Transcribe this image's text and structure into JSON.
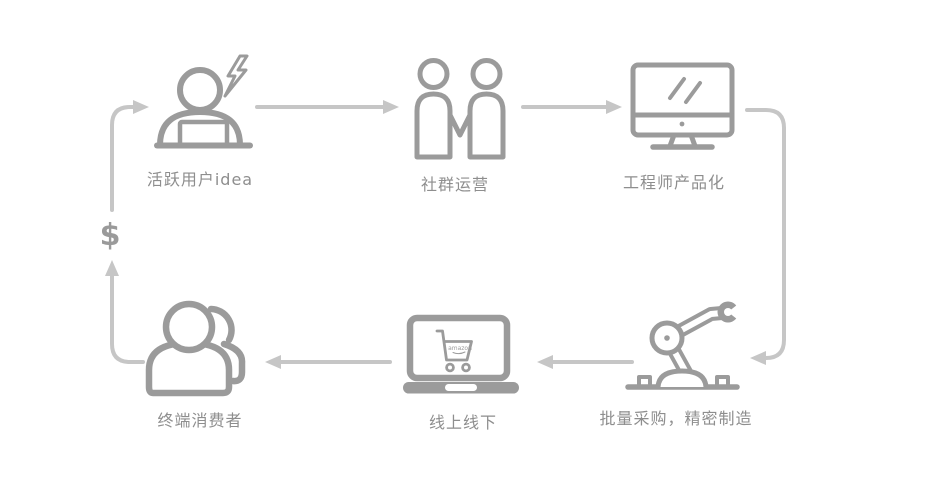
{
  "diagram": {
    "type": "cycle-flow",
    "nodes": [
      {
        "id": "active-users",
        "label": "活跃用户idea",
        "icon": "user-with-laptop-lightning-icon"
      },
      {
        "id": "community-ops",
        "label": "社群运营",
        "icon": "two-people-holding-hands-icon"
      },
      {
        "id": "engineering",
        "label": "工程师产品化",
        "icon": "desktop-monitor-icon"
      },
      {
        "id": "manufacturing",
        "label": "批量采购，精密制造",
        "icon": "robot-arm-icon"
      },
      {
        "id": "online-offline",
        "label": "线上线下",
        "icon": "laptop-shopping-cart-icon",
        "cart_brand": "amazon"
      },
      {
        "id": "consumers",
        "label": "终端消费者",
        "icon": "two-consumers-icon"
      }
    ],
    "edges": [
      {
        "from": "active-users",
        "to": "community-ops"
      },
      {
        "from": "community-ops",
        "to": "engineering"
      },
      {
        "from": "engineering",
        "to": "manufacturing"
      },
      {
        "from": "manufacturing",
        "to": "online-offline"
      },
      {
        "from": "online-offline",
        "to": "consumers"
      },
      {
        "from": "consumers",
        "to": "active-users",
        "via": "$"
      }
    ],
    "money_symbol": "$",
    "colors": {
      "icon": "#9b9b9b",
      "arrow": "#c6c6c6",
      "label": "#8e8e8e",
      "background": "#ffffff"
    }
  }
}
